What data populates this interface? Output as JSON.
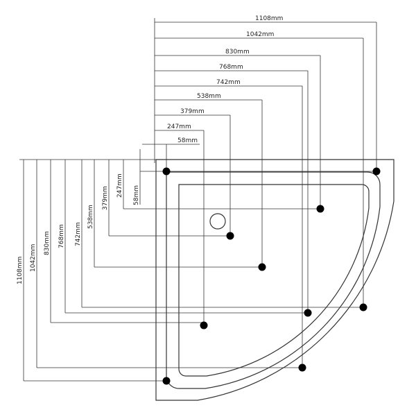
{
  "drawing": {
    "horizontal_dimensions": [
      {
        "label": "1108mm"
      },
      {
        "label": "1042mm"
      },
      {
        "label": "830mm"
      },
      {
        "label": "768mm"
      },
      {
        "label": "742mm"
      },
      {
        "label": "538mm"
      },
      {
        "label": "379mm"
      },
      {
        "label": "247mm"
      },
      {
        "label": "58mm"
      }
    ],
    "vertical_dimensions": [
      {
        "label": "1108mm"
      },
      {
        "label": "1042mm"
      },
      {
        "label": "830mm"
      },
      {
        "label": "768mm"
      },
      {
        "label": "742mm"
      },
      {
        "label": "538mm"
      },
      {
        "label": "379mm"
      },
      {
        "label": "247mm"
      },
      {
        "label": "58mm"
      }
    ],
    "colors": {
      "line": "#333333",
      "dot": "#000000",
      "background": "#ffffff"
    }
  }
}
